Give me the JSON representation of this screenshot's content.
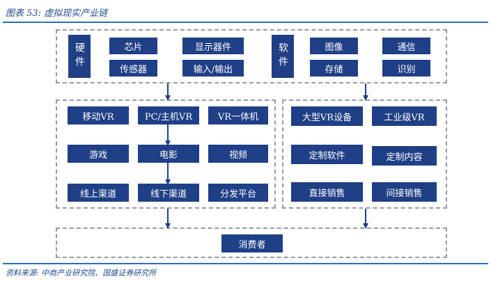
{
  "caption": "图表 53:  虚拟现实产业链",
  "source": "资料来源:  中商产业研究院、国盛证券研究所",
  "hardware": {
    "label": "硬件",
    "items": [
      "芯片",
      "传感器",
      "显示器件",
      "输入/输出"
    ]
  },
  "software": {
    "label": "软件",
    "items": [
      "图像",
      "存储",
      "通信",
      "识别"
    ]
  },
  "middle_left": [
    "移动VR",
    "PC/主机VR",
    "VR一体机",
    "游戏",
    "电影",
    "视频",
    "线上渠道",
    "线下渠道",
    "分发平台"
  ],
  "middle_right": [
    "大型VR设备",
    "工业级VR",
    "定制软件",
    "定制内容",
    "直接销售",
    "间接销售"
  ],
  "consumer": "消费者",
  "colors": {
    "box": "#1f3f86",
    "accent": "#2a6cc4",
    "dash": "#9a9a9a"
  }
}
